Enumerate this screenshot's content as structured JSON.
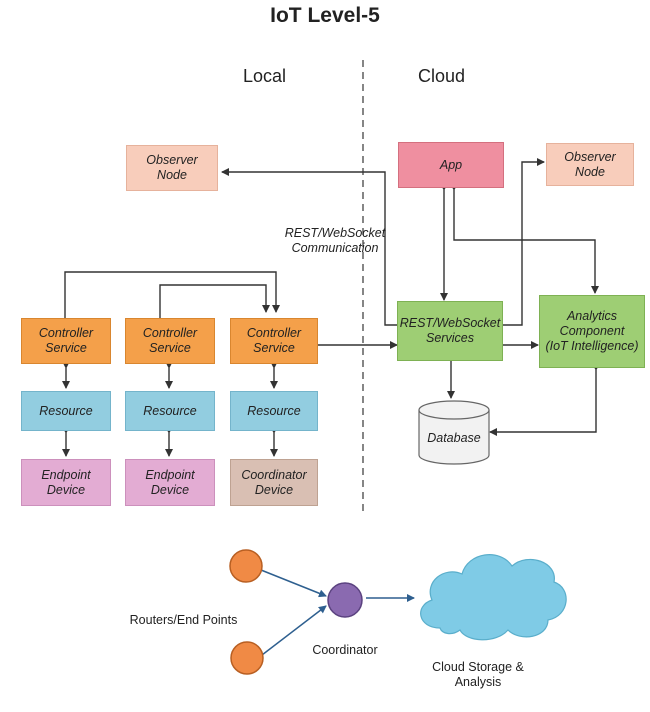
{
  "title": "IoT Level-5",
  "sections": {
    "local": "Local",
    "cloud": "Cloud"
  },
  "local": {
    "observer_node": "Observer\nNode",
    "columns": [
      {
        "controller": "Controller\nService",
        "resource": "Resource",
        "device": "Endpoint\nDevice"
      },
      {
        "controller": "Controller\nService",
        "resource": "Resource",
        "device": "Endpoint\nDevice"
      },
      {
        "controller": "Controller\nService",
        "resource": "Resource",
        "device": "Coordinator\nDevice"
      }
    ]
  },
  "cloud": {
    "app": "App",
    "observer_node": "Observer\nNode",
    "rest_services": "REST/WebSocket\nServices",
    "analytics": "Analytics\nComponent\n(IoT Intelligence)",
    "database": "Database"
  },
  "communication_label": "REST/WebSocket\nCommunication",
  "legend": {
    "routers": "Routers/End Points",
    "coordinator": "Coordinator",
    "cloud_storage": "Cloud Storage &\nAnalysis"
  },
  "colors": {
    "controller": "#f4a04a",
    "resource": "#92cde0",
    "endpoint": "#e3acd3",
    "coordinator_device": "#d9bfb3",
    "observer": "#f8cdbb",
    "app": "#ef8fa0",
    "services": "#9ece74",
    "router_node": "#f08a45",
    "coordinator_node": "#8a6ab0",
    "cloud": "#7fcbe6"
  }
}
